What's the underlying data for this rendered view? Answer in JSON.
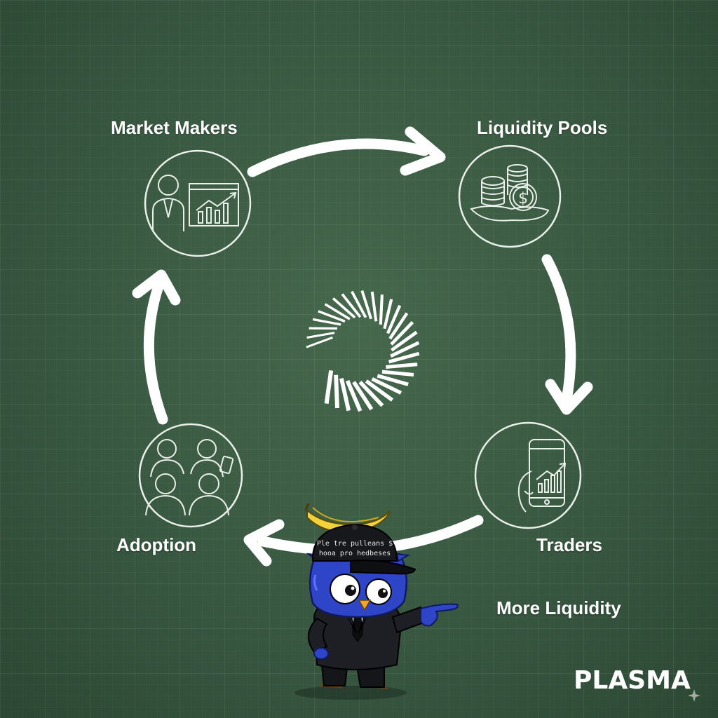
{
  "nodes": {
    "market_makers": "Market Makers",
    "liquidity_pools": "Liquidity Pools",
    "traders": "Traders",
    "adoption": "Adoption"
  },
  "more_liquidity": "More Liquidity",
  "brand": "PLASMA",
  "mascot": {
    "cap_line1": "Ple tre pulleans $",
    "cap_line2": "hooa pro hedbeses"
  },
  "icons": {
    "market_makers": "businessperson-chart-icon",
    "liquidity_pools": "coin-stacks-dollar-icon",
    "traders": "smartphone-chart-icon",
    "adoption": "crowd-icon"
  },
  "colors": {
    "board": "#3b5c42",
    "chalk": "#ffffff",
    "mascot_body": "#2f45c8",
    "banana": "#f2d23a"
  }
}
